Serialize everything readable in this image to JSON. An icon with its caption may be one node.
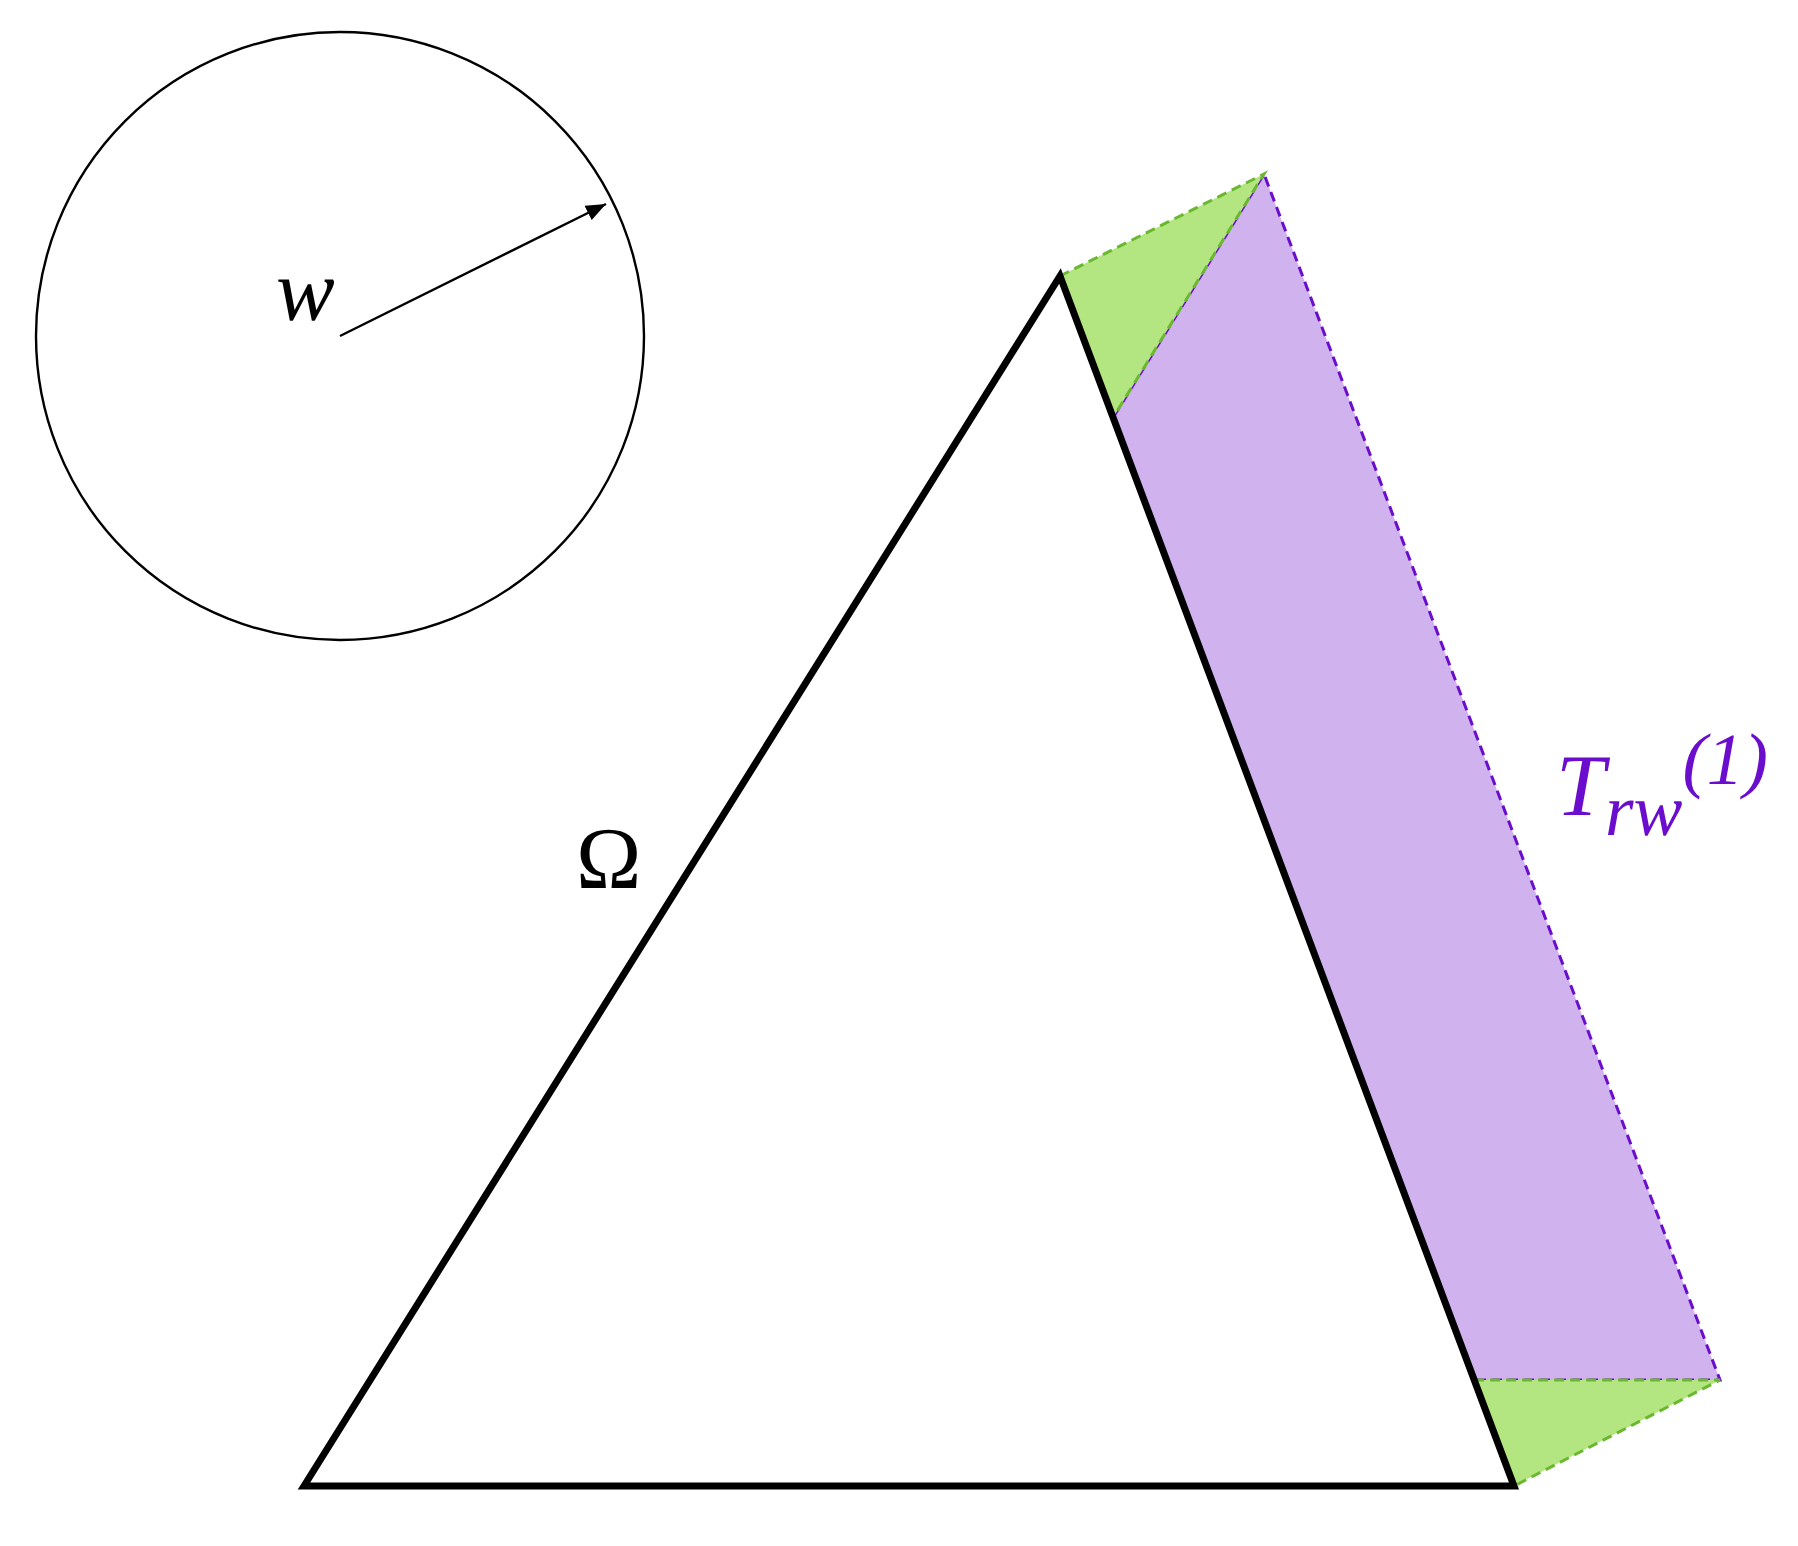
{
  "diagram": {
    "labels": [
      "w",
      "Ω",
      "T$_{rw}$$^{(1)}$"
    ]
  }
}
